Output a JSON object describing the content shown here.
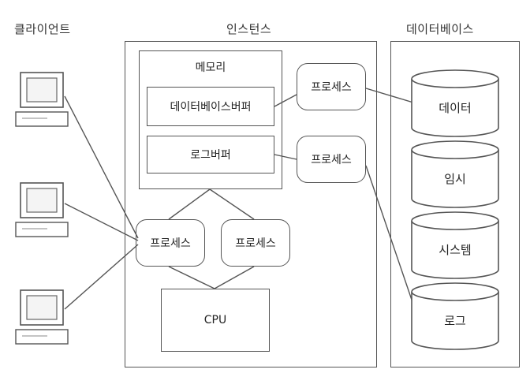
{
  "headings": {
    "clients": "클라이언트",
    "instance": "인스턴스",
    "database": "데이터베이스"
  },
  "memory": {
    "title": "메모리",
    "db_buffer": "데이터베이스버퍼",
    "log_buffer": "로그버퍼"
  },
  "processes": {
    "right_top": "프로세스",
    "right_mid": "프로세스",
    "left_bottom": "프로세스",
    "right_bottom": "프로세스"
  },
  "cpu": "CPU",
  "storage": {
    "data": "데이터",
    "temp": "임시",
    "system": "시스템",
    "log": "로그"
  }
}
